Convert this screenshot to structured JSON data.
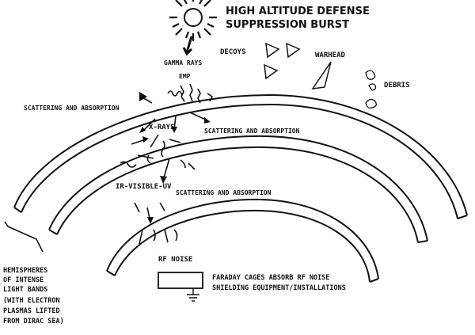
{
  "title": {
    "line1": "HIGH ALTITUDE DEFENSE",
    "line2": "SUPPRESSION BURST"
  },
  "burst_labels": {
    "gamma": "GAMMA RAYS",
    "emp": "EMP"
  },
  "objects": {
    "decoys": "DECOYS",
    "warhead": "WARHEAD",
    "debris": "DEBRIS"
  },
  "layers": [
    {
      "label": "SCATTERING AND ABSORPTION"
    },
    {
      "label": "X-RAYS"
    },
    {
      "label": "SCATTERING AND ABSORPTION"
    },
    {
      "label": "IR-VISIBLE-UV"
    },
    {
      "label": "SCATTERING AND ABSORPTION"
    },
    {
      "label": "RF NOISE"
    }
  ],
  "left_note": [
    "HEMISPHERES",
    "OF  INTENSE",
    "LIGHT BANDS",
    "(WITH ELECTRON",
    "PLASMAS LIFTED",
    "FROM DIRAC SEA)"
  ],
  "faraday": {
    "line1": "FARADAY CAGES ABSORB RF NOISE",
    "line2": "SHIELDING EQUIPMENT/INSTALLATIONS"
  }
}
